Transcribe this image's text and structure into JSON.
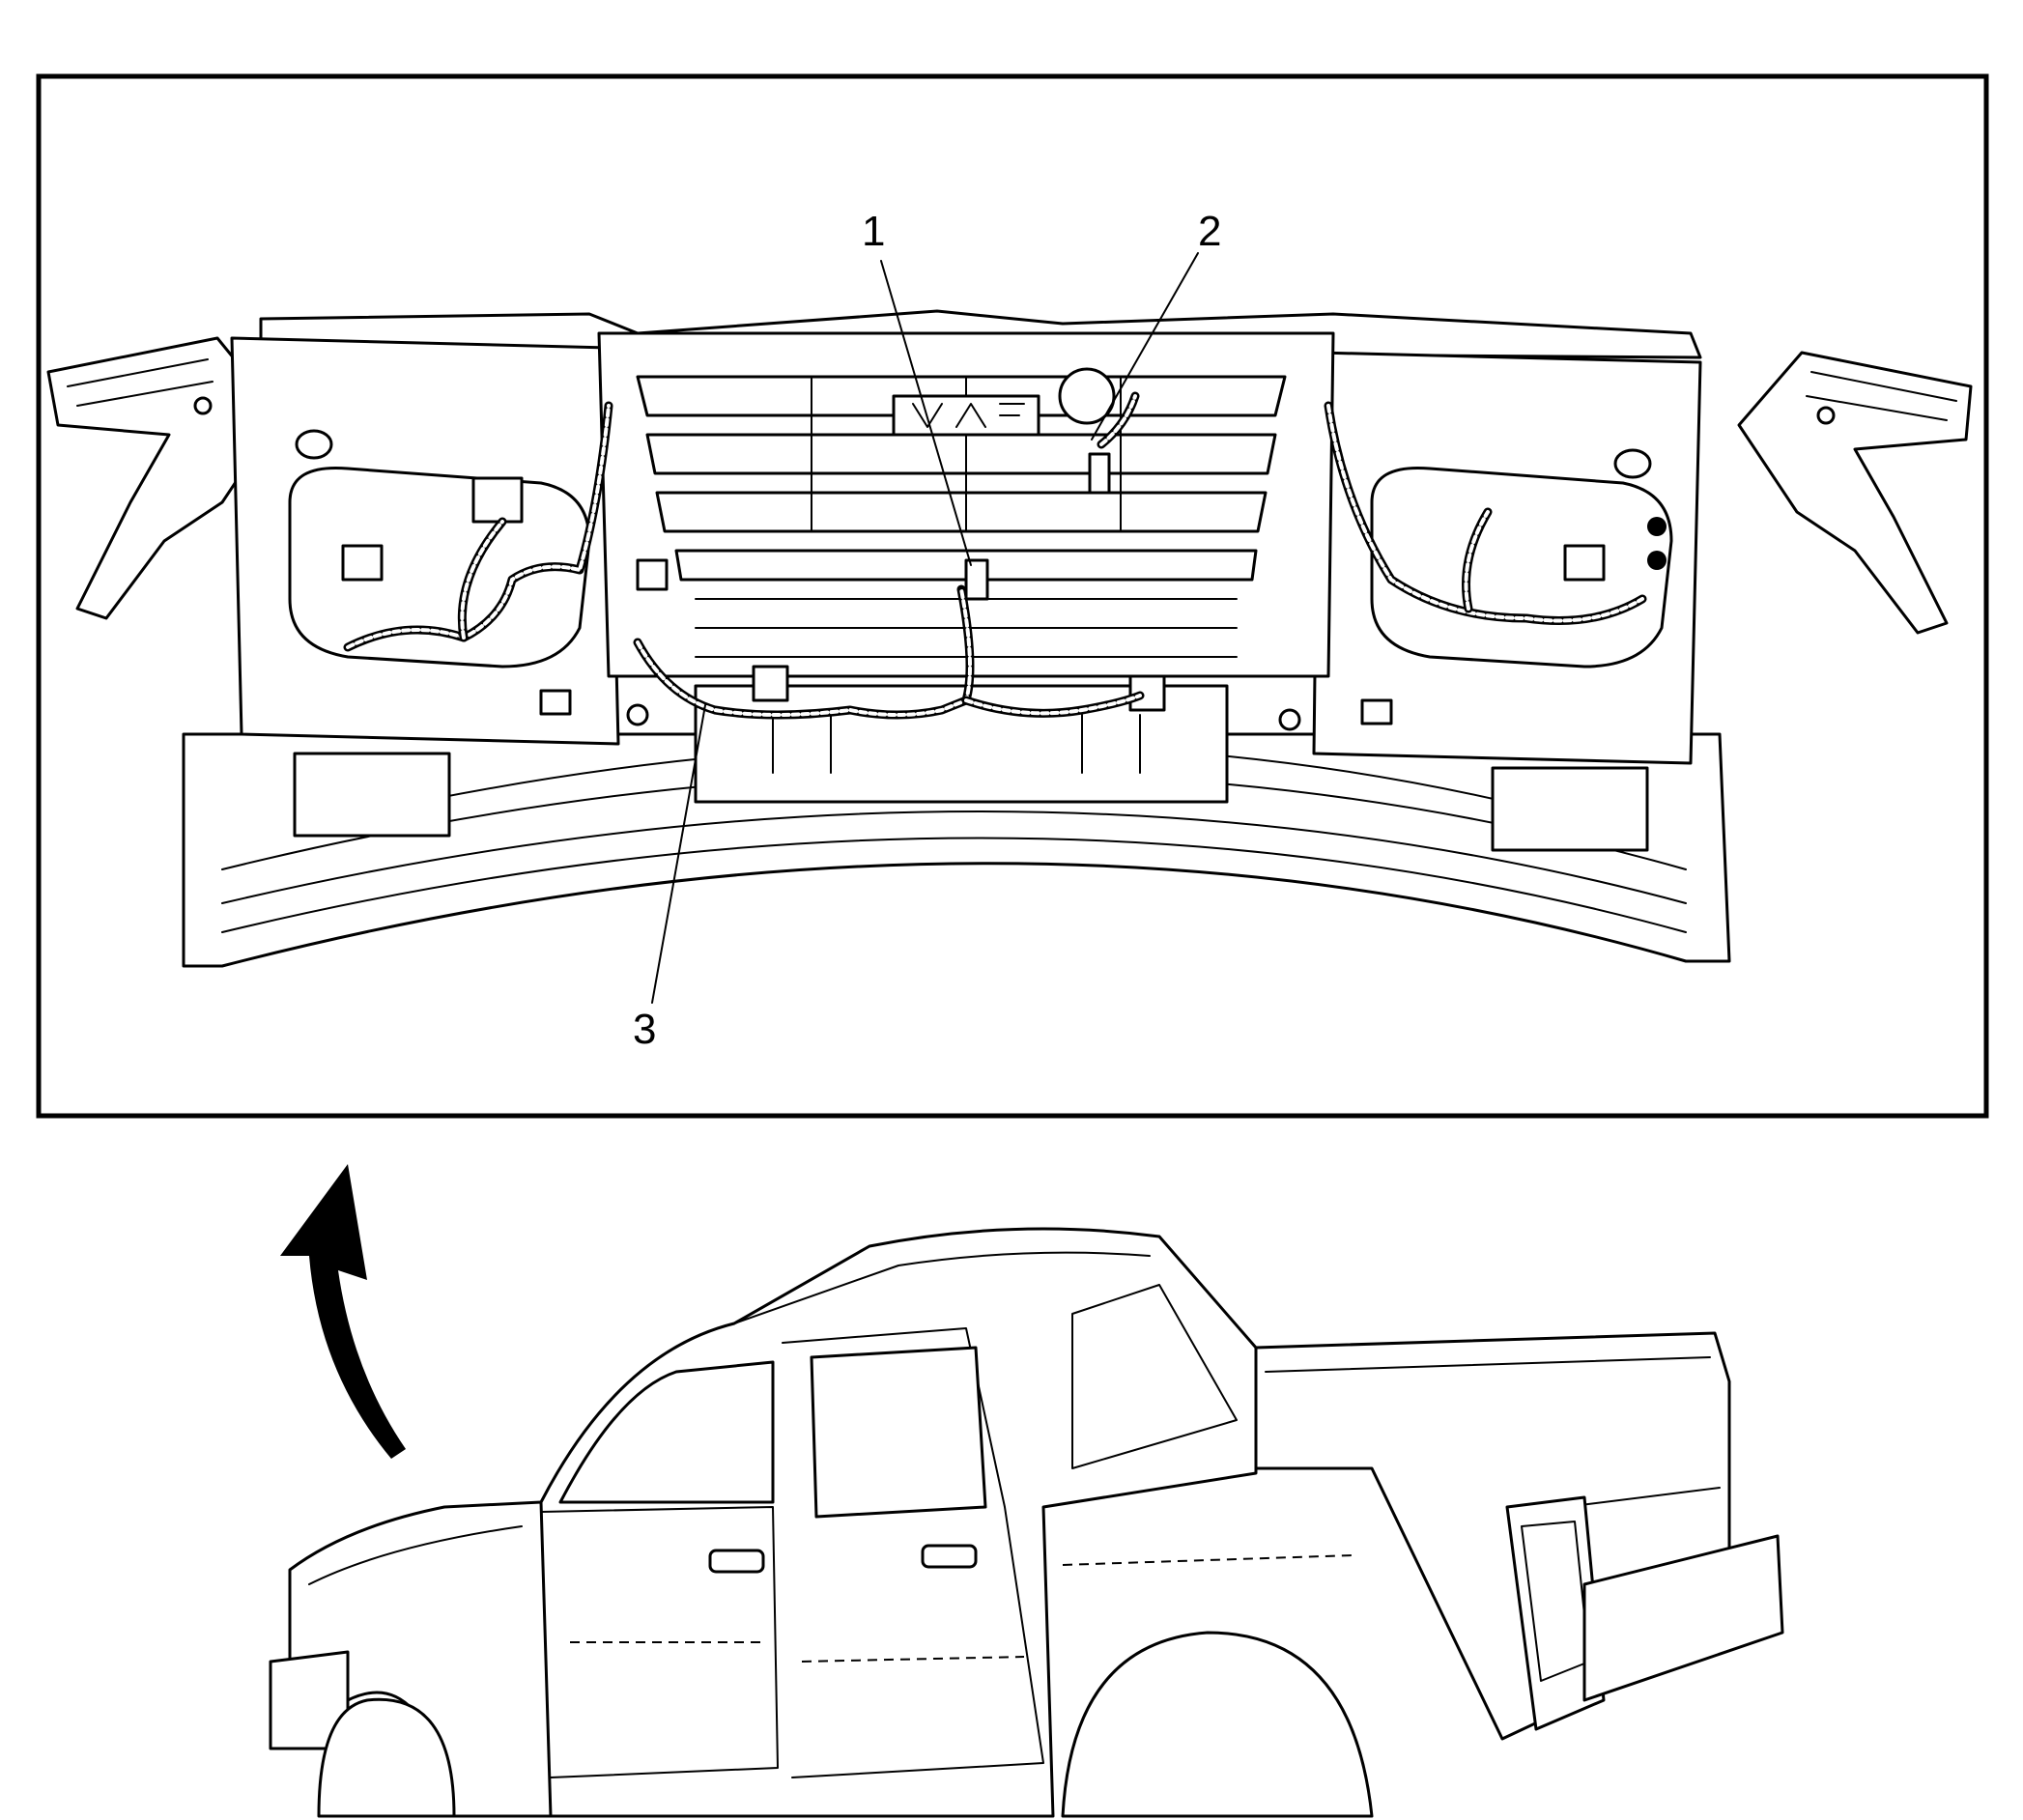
{
  "callouts": [
    {
      "id": "1",
      "label": "1"
    },
    {
      "id": "2",
      "label": "2"
    },
    {
      "id": "3",
      "label": "3"
    }
  ],
  "colors": {
    "line": "#000000",
    "background": "#ffffff"
  },
  "icons": {
    "arrow": "curved-arrow-icon",
    "vehicle": "pickup-truck-icon"
  }
}
